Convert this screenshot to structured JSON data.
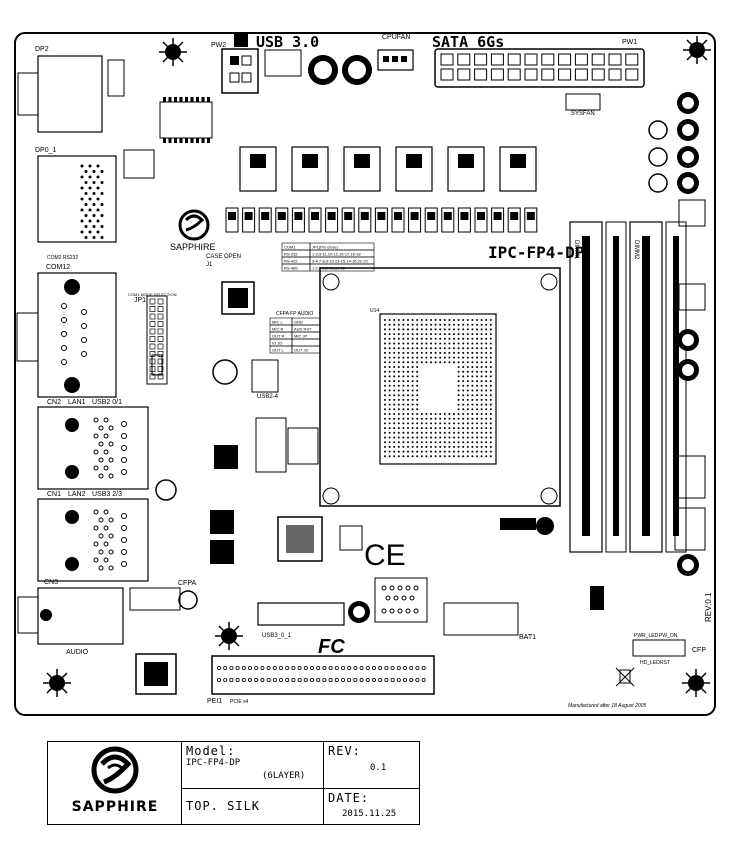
{
  "board": {
    "connectors": {
      "pw2": "PW2",
      "usb3": "USB 3.0",
      "cpufan": "CPUFAN",
      "sata": "SATA 6Gs",
      "pw1": "PW1",
      "dp2": "DP2",
      "dp1": "DP0_1",
      "com2": "COM2 RS232",
      "com12": "COM12",
      "cn2": "CN2",
      "lan1": "LAN1",
      "usb01": "USB2 0/1",
      "cn1": "CN1",
      "lan2": "LAN2",
      "usb23": "USB3 2/3",
      "cn3": "CN3",
      "audio": "AUDIO",
      "cfpa": "CFPA",
      "usb3_01": "USB3_0_1",
      "pei1": "PEI1",
      "pcie": "PCIE x4",
      "bat1": "BAT1",
      "cfp": "CFP",
      "sysfan": "SYSFAN",
      "dimm1": "DIMM1",
      "dimm2": "DIMM2",
      "jp1": "JP1",
      "j1": "J1",
      "case_open": "CASE OPEN",
      "usb24": "USB2-4",
      "u14": "U14",
      "sapphire_small": "SAPPHIRE",
      "board_name": "IPC-FP4-DP",
      "rev_vertical": "REV:0.1",
      "manufactured": "Manufactured after 18 August 2005",
      "pwr_led": "PWR_LED",
      "pw_on": "PW_ON",
      "hd_led": "HD_LED",
      "rst": "RST",
      "ce": "CE",
      "fc": "FC",
      "com1_mode": "COM1 MODE SELECTION",
      "cfpa_audio": "CFPA FP AUDIO"
    },
    "com_table": [
      [
        "COM1",
        "JP1(Pin close)"
      ],
      [
        "RS-232",
        "1-3,9-11,10-12,15-17,16-18"
      ],
      [
        "RS-422",
        "3-4,7-8,9-10,13-15,14-16,21-22"
      ],
      [
        "RS-485",
        "1-2,7-8,9-10,19-22"
      ]
    ],
    "audio_table": [
      [
        "MIC L",
        "GND"
      ],
      [
        "MIC R",
        "AUD RST"
      ],
      [
        "OUT R",
        "MIC JP"
      ],
      [
        "IO JD",
        ""
      ],
      [
        "OUT L",
        "OUT JD"
      ]
    ]
  },
  "title_block": {
    "brand": "SAPPHIRE",
    "model_label": "Model:",
    "model_value": "IPC-FP4-DP",
    "layers": "(6LAYER)",
    "rev_label": "REV:",
    "rev_value": "0.1",
    "silk_label": "TOP. SILK",
    "date_label": "DATE:",
    "date_value": "2015.11.25"
  }
}
